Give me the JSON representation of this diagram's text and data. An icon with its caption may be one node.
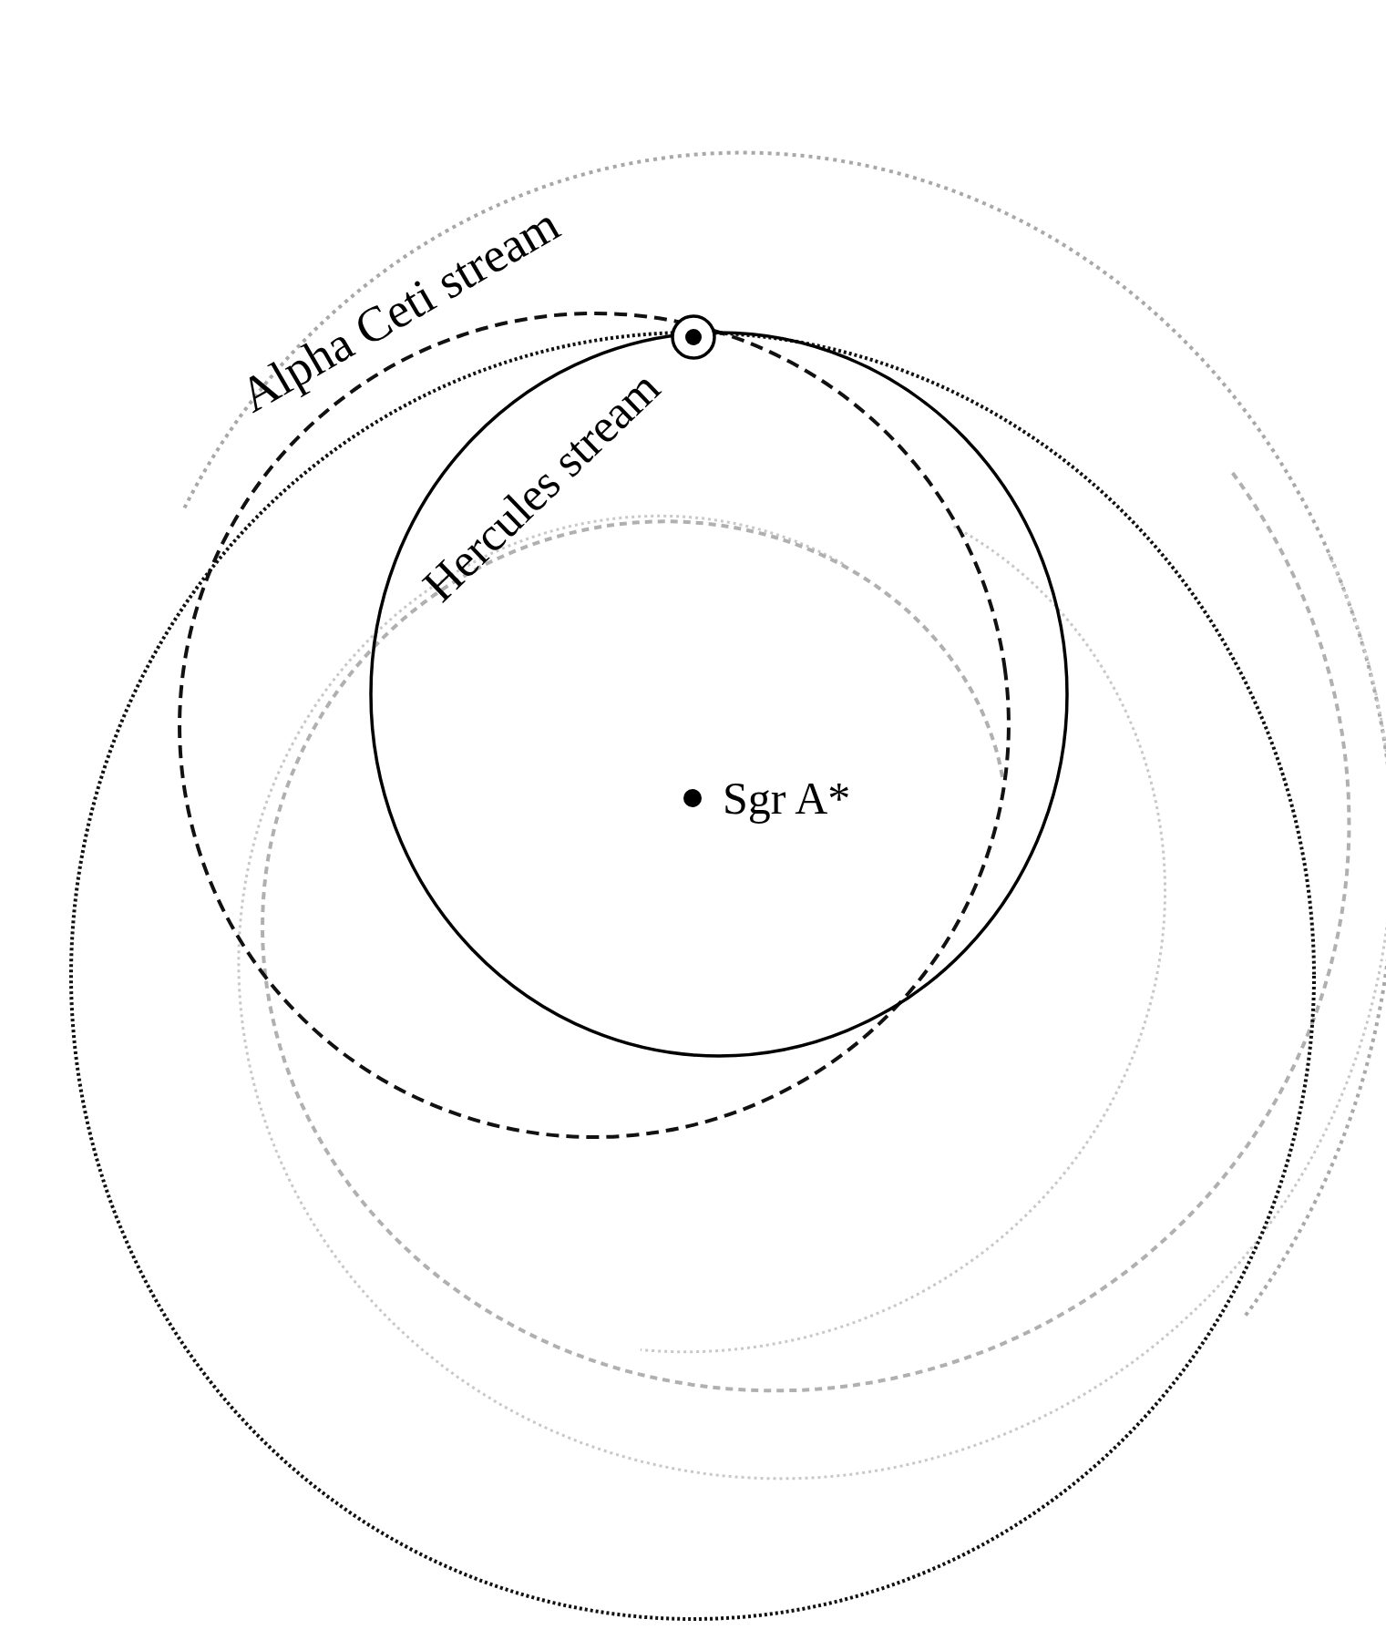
{
  "diagram": {
    "labels": [
      "Alpha Ceti stream",
      "Hercules stream",
      "Sgr A*"
    ]
  }
}
